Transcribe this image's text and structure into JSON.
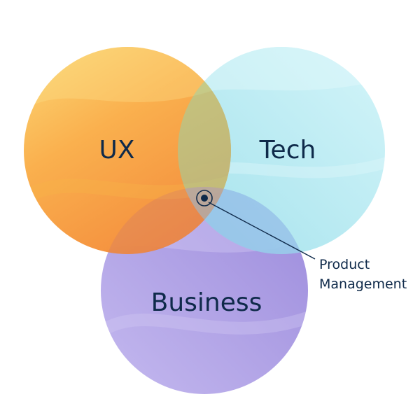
{
  "diagram": {
    "circles": [
      {
        "id": "ux",
        "label": "UX",
        "color": "#f79a2f"
      },
      {
        "id": "tech",
        "label": "Tech",
        "color": "#a9e6f0"
      },
      {
        "id": "business",
        "label": "Business",
        "color": "#a899e0"
      }
    ],
    "callout": {
      "line1": "Product",
      "line2": "Management"
    },
    "colors": {
      "text": "#0f2a4a",
      "ux_light": "#fbc24a",
      "ux_dark": "#f2852a",
      "tech_light": "#c7f0f6",
      "tech_dark": "#8fdbe8",
      "business_light": "#c3b8ee",
      "business_dark": "#9a88dc"
    }
  }
}
